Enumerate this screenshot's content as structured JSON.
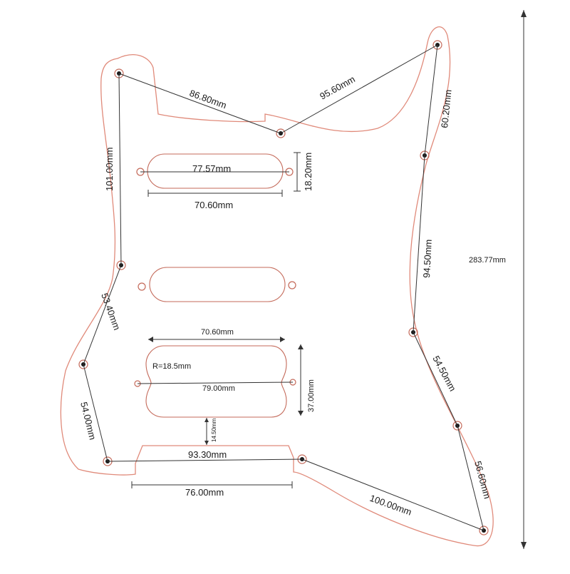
{
  "diagram": {
    "colors": {
      "outline": "#e08a7a",
      "cutout": "#c46a5a",
      "dimension_line": "#333333"
    },
    "labels": {
      "top_left_edge": "86.80mm",
      "top_right_edge": "95.60mm",
      "left_upper": "101.00mm",
      "right_upper": "60.20mm",
      "neck_pickup_length": "77.57mm",
      "neck_pickup_height": "18.20mm",
      "neck_pickup_width": "70.60mm",
      "right_middle": "94.50mm",
      "left_middle": "53.40mm",
      "humbucker_width": "70.60mm",
      "humbucker_radius": "R=18.5mm",
      "humbucker_length": "79.00mm",
      "humbucker_height": "37.00mm",
      "right_lower": "54.50mm",
      "left_lower": "54.00mm",
      "humbucker_gap": "14.50mm",
      "bottom_span": "93.30mm",
      "bottom_cut_width": "76.00mm",
      "right_bottom": "56.60mm",
      "bottom_edge": "100.00mm",
      "total_height": "283.77mm"
    }
  }
}
